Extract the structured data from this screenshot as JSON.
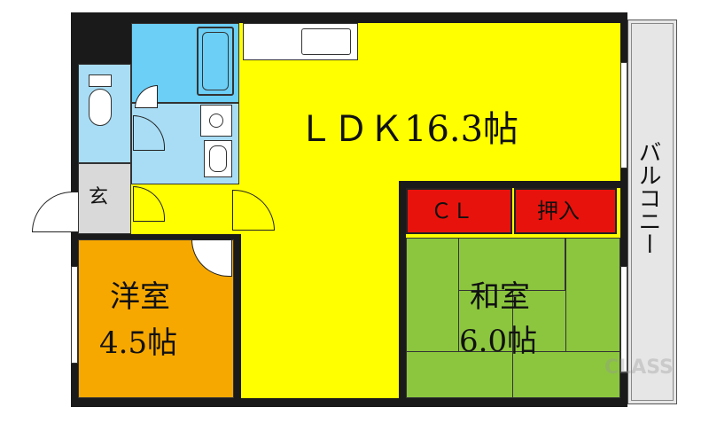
{
  "rooms": {
    "ldk": {
      "label": "ＬＤＫ16.3帖",
      "color": "#ffff00"
    },
    "western": {
      "name": "洋室",
      "size": "4.5帖",
      "color": "#f7a800"
    },
    "japanese": {
      "name": "和室",
      "size": "6.0帖",
      "color": "#8cc63f"
    },
    "closet": {
      "label": "ＣＬ",
      "color": "#e8120c"
    },
    "oshiire": {
      "label": "押入",
      "color": "#e8120c"
    },
    "entrance": {
      "label": "玄",
      "color": "#d9d9d9"
    },
    "balcony": {
      "label": "バルコニー",
      "color": "#e6e6e6"
    },
    "bath": {
      "color": "#6ccff6"
    },
    "toilet": {
      "color": "#a8ddf5"
    },
    "washroom": {
      "color": "#a8ddf5"
    }
  },
  "watermark": "CLASS"
}
